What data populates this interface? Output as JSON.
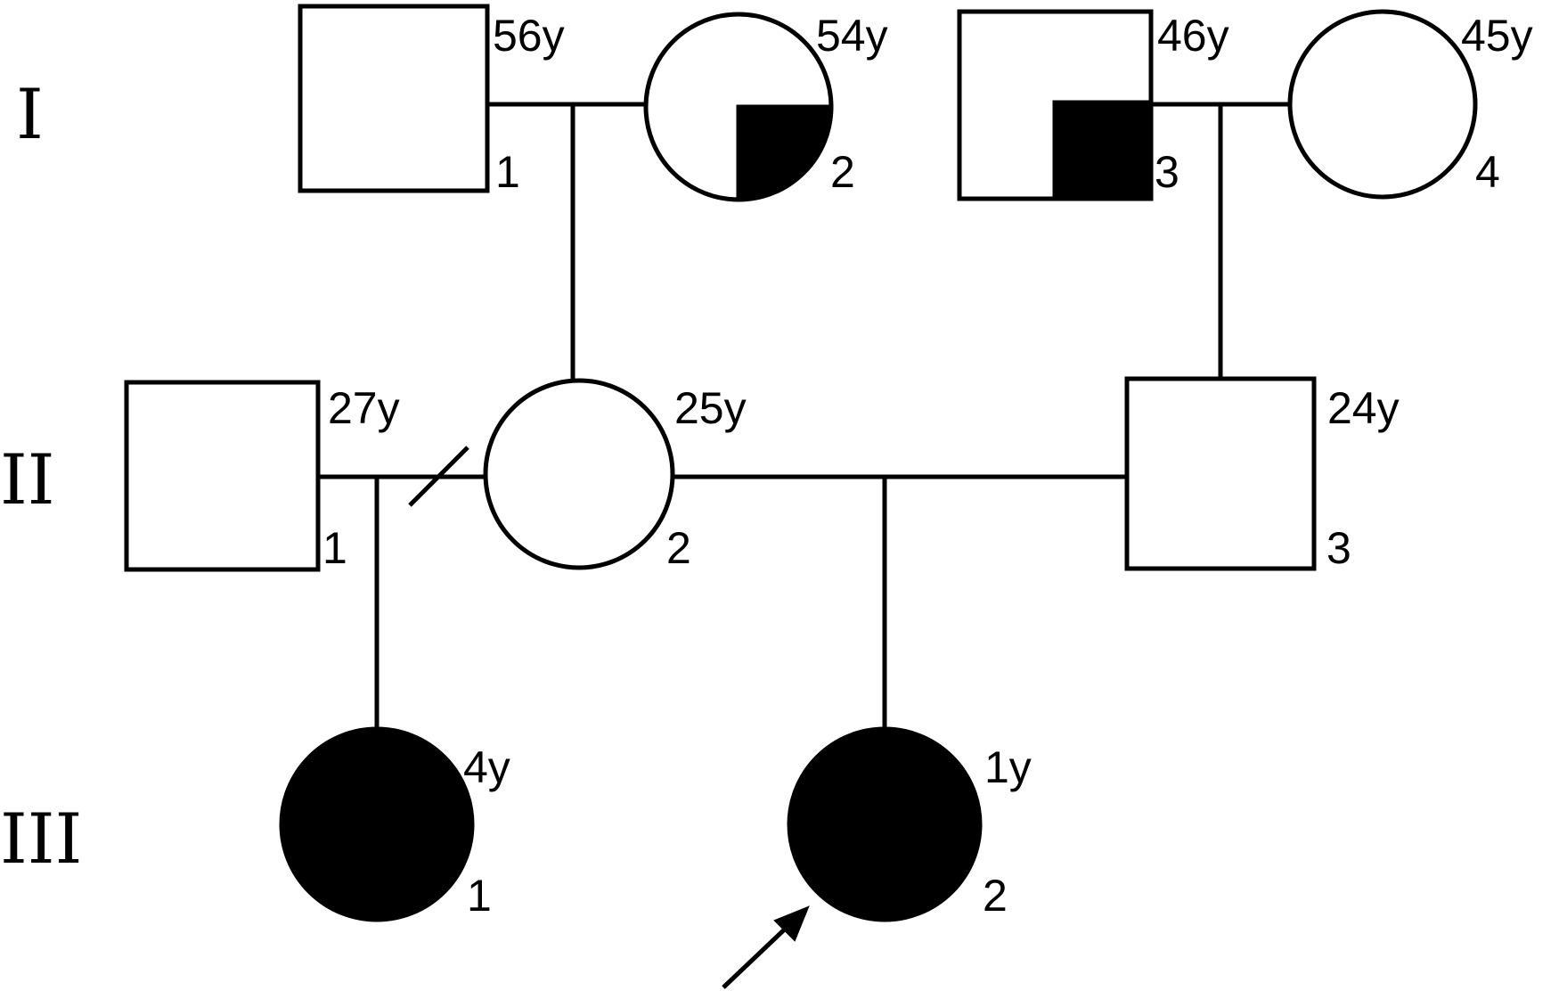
{
  "generations": {
    "g1": "I",
    "g2": "II",
    "g3": "III"
  },
  "individuals": {
    "I_1": {
      "number": "1",
      "age": "56y",
      "sex": "male",
      "affected": false
    },
    "I_2": {
      "number": "2",
      "age": "54y",
      "sex": "female",
      "affected": "partial"
    },
    "I_3": {
      "number": "3",
      "age": "46y",
      "sex": "male",
      "affected": "partial"
    },
    "I_4": {
      "number": "4",
      "age": "45y",
      "sex": "female",
      "affected": false
    },
    "II_1": {
      "number": "1",
      "age": "27y",
      "sex": "male",
      "affected": false
    },
    "II_2": {
      "number": "2",
      "age": "25y",
      "sex": "female",
      "affected": false
    },
    "II_3": {
      "number": "3",
      "age": "24y",
      "sex": "male",
      "affected": false
    },
    "III_1": {
      "number": "1",
      "age": "4y",
      "sex": "female",
      "affected": true
    },
    "III_2": {
      "number": "2",
      "age": "1y",
      "sex": "female",
      "affected": true,
      "proband": true
    }
  }
}
